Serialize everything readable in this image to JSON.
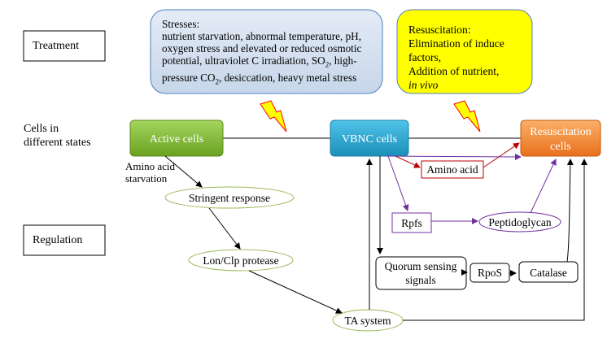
{
  "row_labels": {
    "treatment": "Treatment",
    "cells_line1": "Cells in",
    "cells_line2": "different states",
    "regulation": "Regulation"
  },
  "stresses": {
    "title": "Stresses:",
    "line1": "nutrient starvation, abnormal temperature, pH,",
    "line2": "oxygen stress and elevated or reduced osmotic",
    "line3": "potential, ultraviolet C irradiation, SO",
    "line3_sub": "2",
    "line3_end": ", high-",
    "line4": "pressure CO",
    "line4_sub": "2",
    "line4_end": ", desiccation, heavy metal stress"
  },
  "resuscitation_box": {
    "title": "Resuscitation:",
    "line1": "Elimination of induce factors,",
    "line2": "Addition of nutrient,",
    "line3": "in vivo"
  },
  "cells": {
    "active": "Active cells",
    "vbnc": "VBNC cells",
    "resus_line1": "Resuscitation",
    "resus_line2": "cells"
  },
  "nodes": {
    "amino_acid_starvation_1": "Amino acid",
    "amino_acid_starvation_2": "starvation",
    "stringent": "Stringent response",
    "lon_clp": "Lon/Clp protease",
    "ta_system": "TA system",
    "amino_acid": "Amino acid",
    "rpfs": "Rpfs",
    "peptidoglycan": "Peptidoglycan",
    "quorum_1": "Quorum sensing",
    "quorum_2": "signals",
    "rpos": "RpoS",
    "catalase": "Catalase"
  },
  "colors": {
    "stress_box": "#dbe5f1",
    "stress_border": "#4f81bd",
    "resus_box": "#ffff00",
    "active": "#8cc63f",
    "vbnc": "#31b0d5",
    "resus": "#f79646",
    "ellipse_border": "#9bbb59",
    "red_arrow": "#c00000",
    "purple_arrow": "#7030a0",
    "lightning": "#ffff00",
    "lightning_border": "#ff0000"
  },
  "icons": {
    "lightning_left": "lightning-bolt-icon",
    "lightning_right": "lightning-bolt-icon"
  }
}
